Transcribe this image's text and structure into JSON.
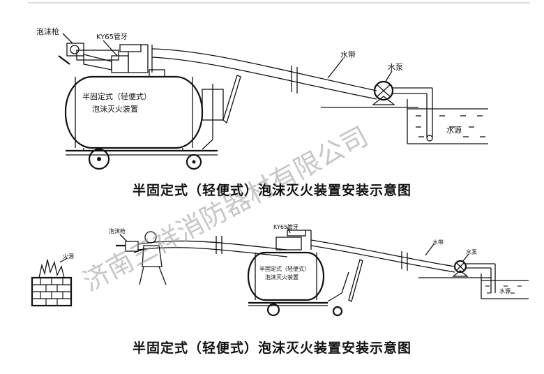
{
  "diagram1": {
    "labels": {
      "foam_gun": "泡沫枪",
      "coupling": "KY65管牙",
      "hose": "水带",
      "pump": "水泵",
      "tank_line1": "半固定式（轻便式）",
      "tank_line2": "泡沫灭火装置",
      "water_source": "水源"
    },
    "caption": "半固定式（轻便式）泡沫灭火装置安装示意图"
  },
  "diagram2": {
    "labels": {
      "foam_gun": "泡沫枪",
      "coupling": "KY65管牙",
      "hose": "水带",
      "pump": "水泵",
      "fire": "火源",
      "tank_line1": "半固定式（轻便式）",
      "tank_line2": "泡沫灭火装置",
      "water_source": "水源"
    },
    "caption": "半固定式（轻便式）泡沫灭火装置安装示意图"
  },
  "watermark": "济南三祥消防器材有限公司"
}
